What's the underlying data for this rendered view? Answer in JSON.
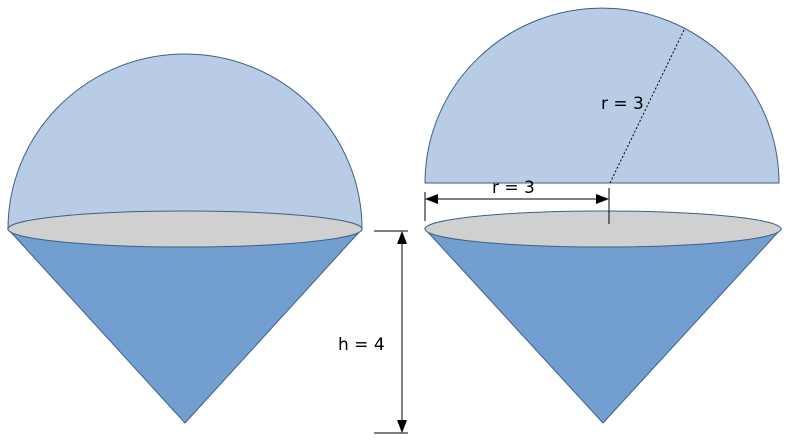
{
  "labels": {
    "height": "h = 4",
    "radius_slanted": "r = 3",
    "radius_horizontal": "r = 3"
  },
  "colors": {
    "hemisphere_fill": "#b8cce6",
    "cone_fill": "#739fd0",
    "base_ellipse_fill": "#d0d0d0",
    "outline": "#3f5f86"
  }
}
